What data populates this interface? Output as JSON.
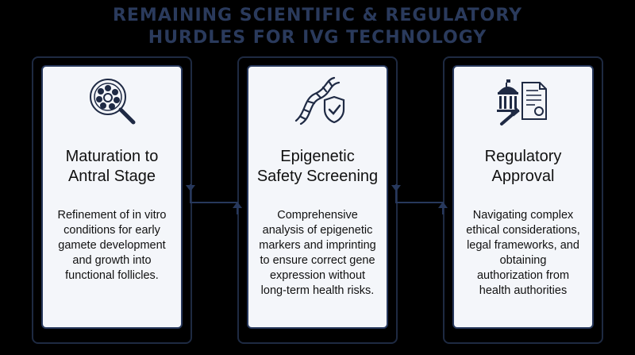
{
  "title": {
    "line1": "REMAINING SCIENTIFIC & REGULATORY",
    "line2": "HURDLES FOR IVG TECHNOLOGY"
  },
  "colors": {
    "background": "#000000",
    "title": "#2a3a5c",
    "card_fill": "#f4f6fa",
    "card_border": "#27385c",
    "connector": "#27385c",
    "icon": "#1f2a44"
  },
  "steps": [
    {
      "icon": "follicle-magnifier-icon",
      "title_lines": [
        "Maturation to",
        "Antral Stage"
      ],
      "body_lines": [
        "Refinement of in vitro",
        "conditions for early",
        "gamete development",
        "and growth into",
        "functional follicles."
      ]
    },
    {
      "icon": "dna-shield-icon",
      "title_lines": [
        "Epigenetic",
        "Safety Screening"
      ],
      "body_lines": [
        "Comprehensive",
        "analysis of epigenetic",
        "markers and imprinting",
        "to ensure correct gene",
        "expression without",
        "long-term health risks."
      ]
    },
    {
      "icon": "courthouse-document-icon",
      "title_lines": [
        "Regulatory",
        "Approval"
      ],
      "body_lines": [
        "Navigating complex",
        "ethical considerations,",
        "legal frameworks, and",
        "obtaining",
        "authorization from",
        "health authorities"
      ]
    }
  ]
}
